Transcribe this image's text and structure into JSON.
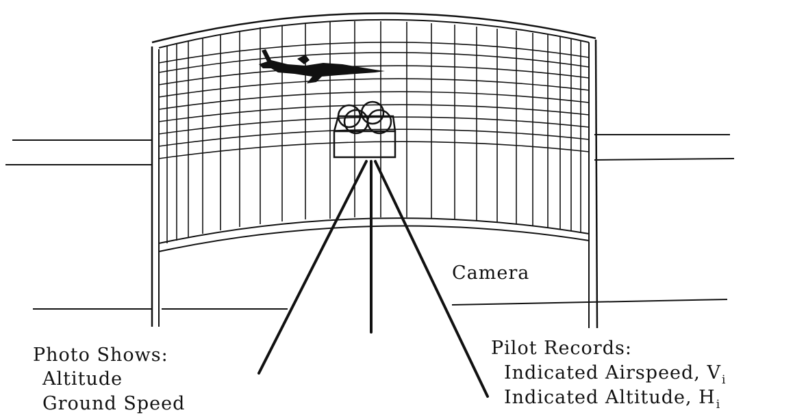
{
  "labels": {
    "camera": "Camera",
    "photo_shows": {
      "title": "Photo Shows:",
      "items": [
        "Altitude",
        "Ground Speed"
      ]
    },
    "pilot_records": {
      "title": "Pilot Records:",
      "items": [
        {
          "text": "Indicated Airspeed, V",
          "sub": "i"
        },
        {
          "text": "Indicated Altitude, H",
          "sub": "i"
        }
      ]
    }
  },
  "colors": {
    "ink": "#111111",
    "paper": "#ffffff"
  }
}
